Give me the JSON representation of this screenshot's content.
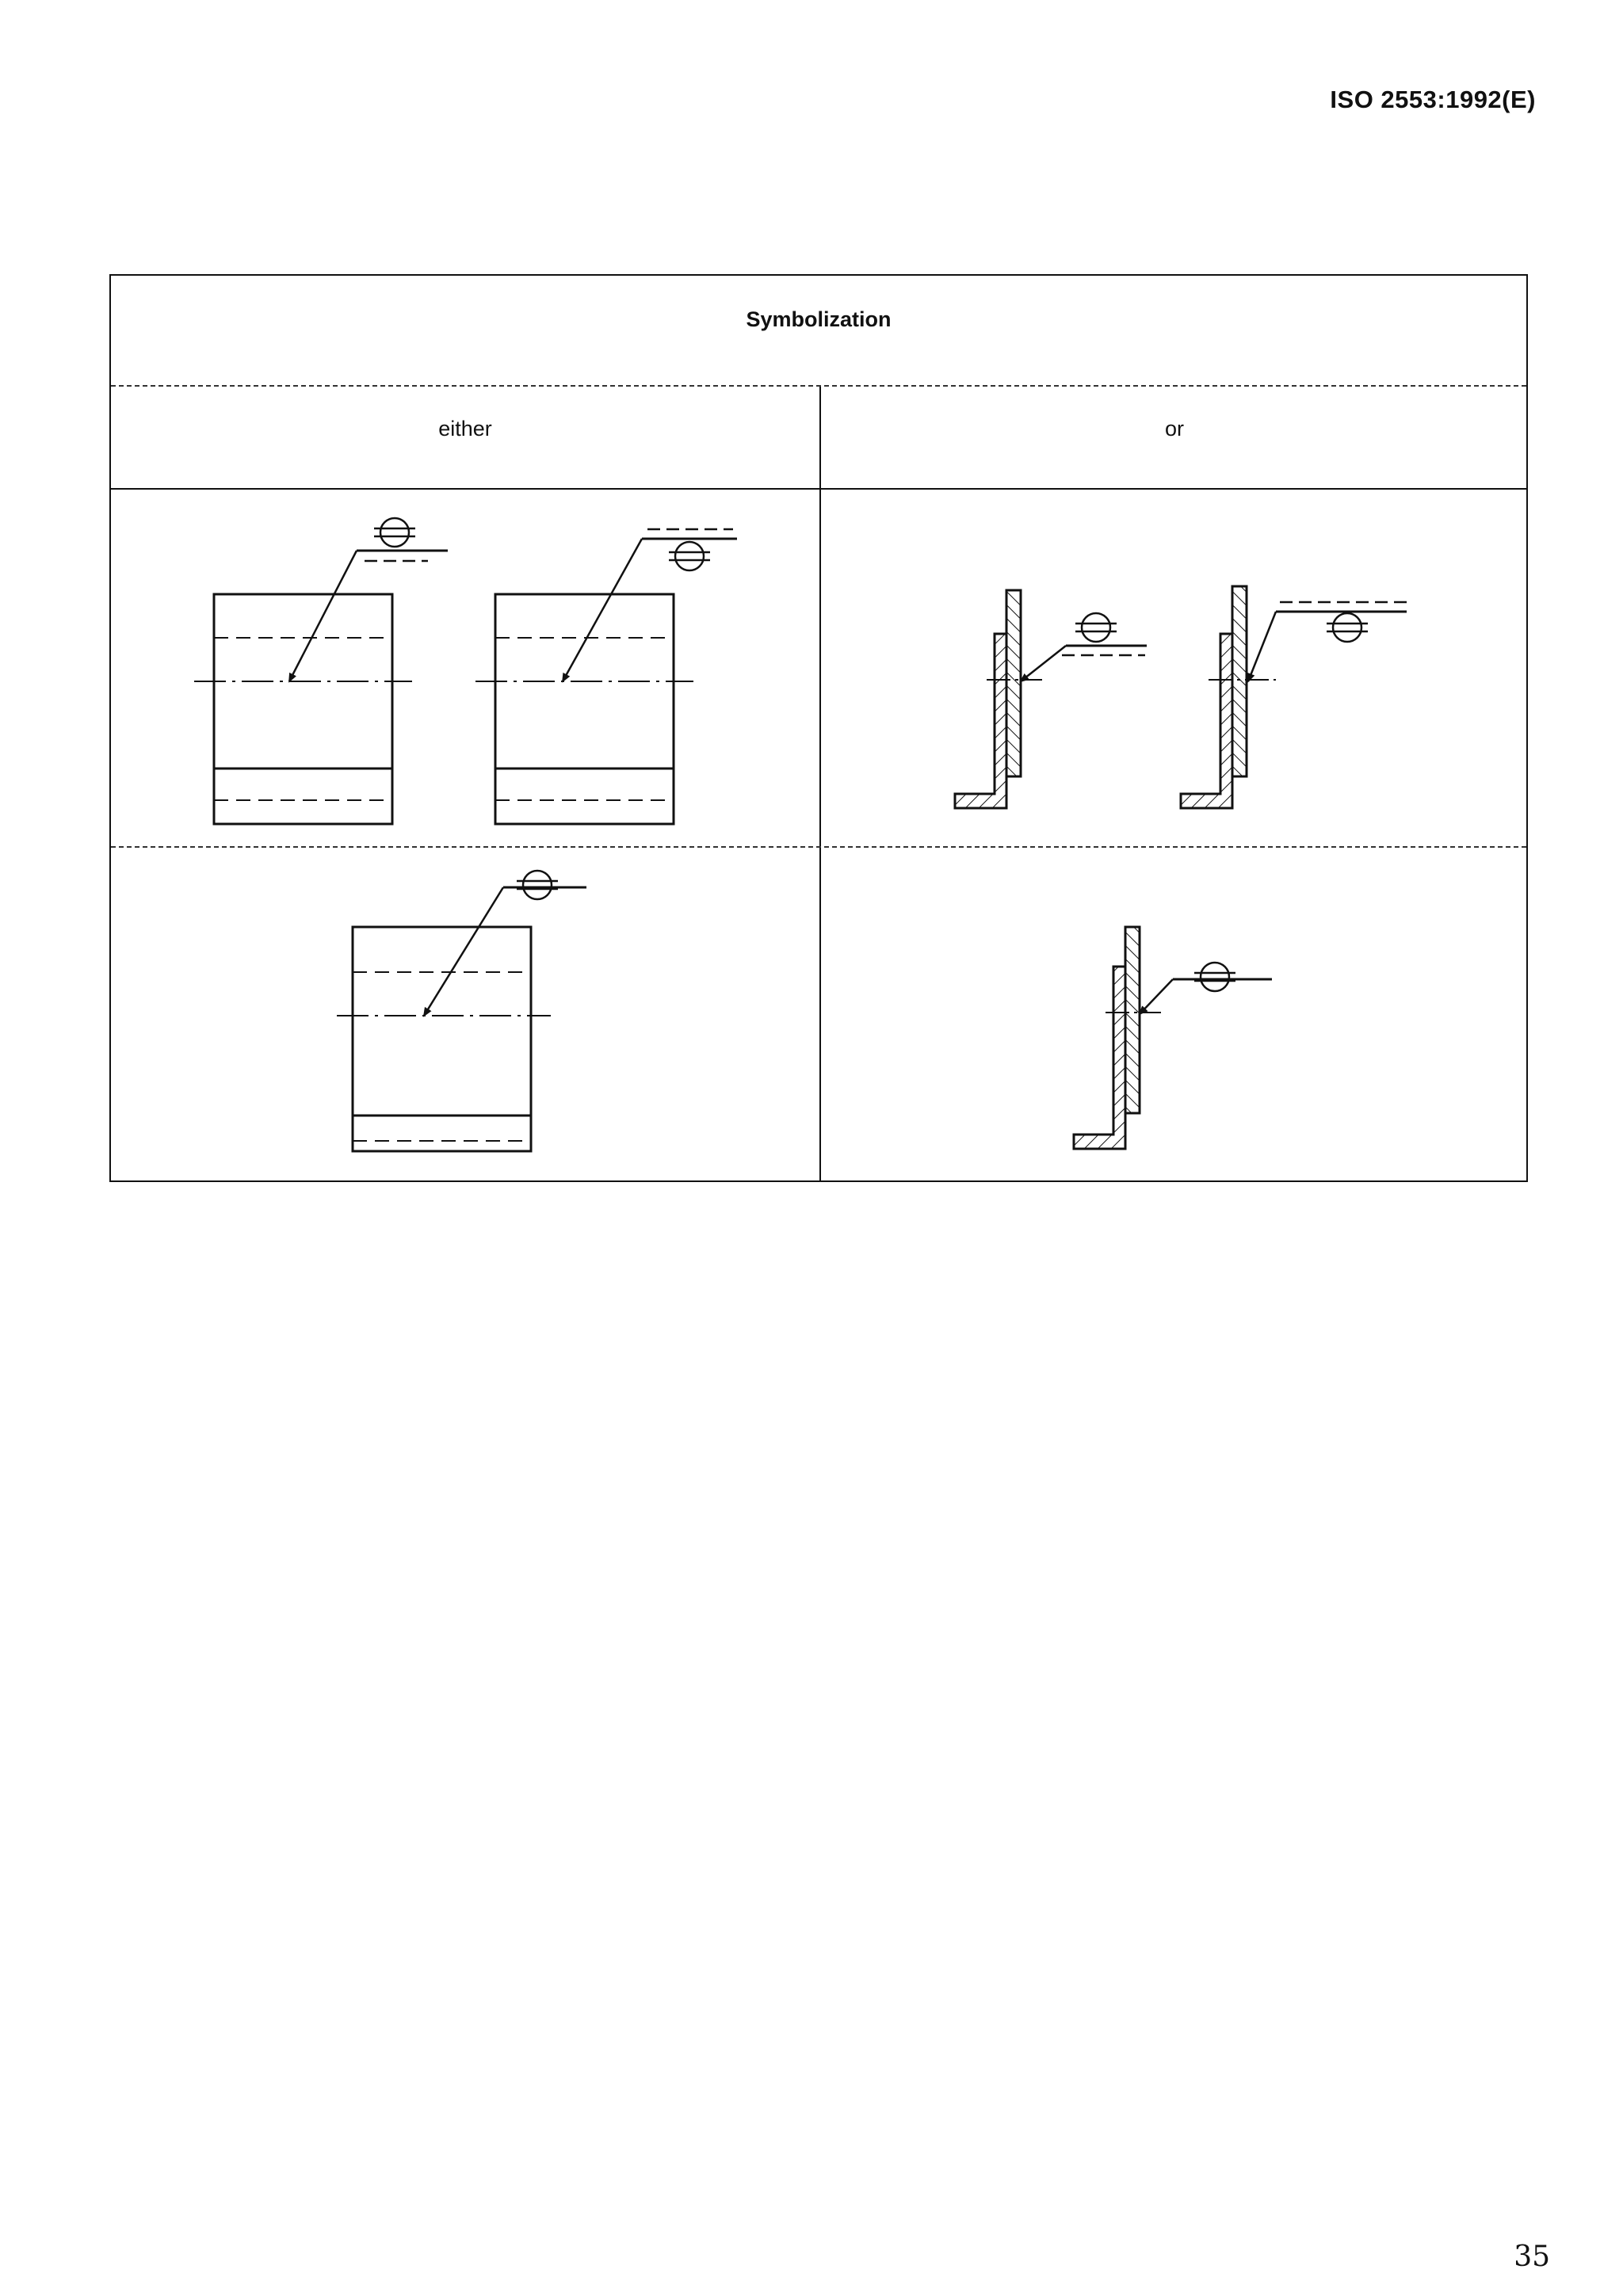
{
  "header": {
    "standard_id": "ISO 2553:1992(E)"
  },
  "table": {
    "title": "Symbolization",
    "left_label": "either",
    "right_label": "or"
  },
  "page_number": "35"
}
